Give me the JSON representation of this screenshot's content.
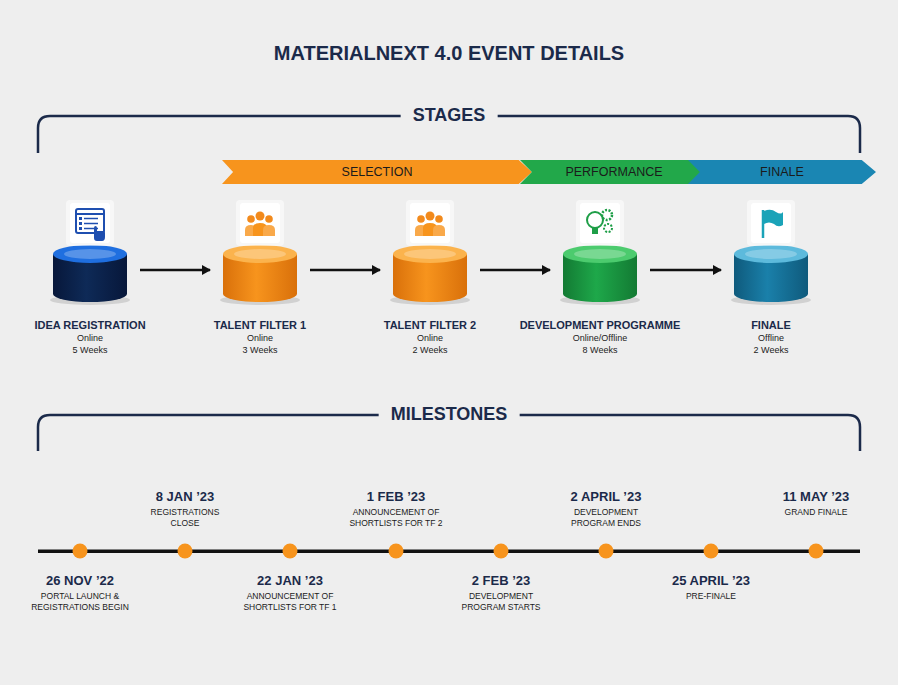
{
  "diagram": {
    "title": "MATERIALNEXT 4.0 EVENT DETAILS",
    "nodes": [
      {
        "text": [
          "SELECTION"
        ]
      },
      {
        "text": [
          "PERFORMANCE"
        ]
      },
      {
        "text": [
          "FINALE"
        ]
      },
      {
        "text": [
          "IDEA REGISTRATION",
          "Online",
          "5 Weeks"
        ]
      },
      {
        "text": [
          "TALENT FILTER 1",
          "Online",
          "3 Weeks"
        ]
      },
      {
        "text": [
          "TALENT FILTER 2",
          "Online",
          "2 Weeks"
        ]
      },
      {
        "text": [
          "DEVELOPMENT PROGRAMME",
          "Online/Offline",
          "8 Weeks"
        ]
      },
      {
        "text": [
          "FINALE",
          "Offline",
          "2 Weeks"
        ]
      }
    ],
    "edges": [
      {
        "from": 3,
        "to": 4,
        "arrow": "to"
      },
      {
        "from": 4,
        "to": 5,
        "arrow": "to"
      },
      {
        "from": 5,
        "to": 6,
        "arrow": "to"
      },
      {
        "from": 6,
        "to": 7,
        "arrow": "to"
      }
    ],
    "labels": [
      "STAGES",
      "MILESTONES",
      "26 NOV ’22",
      "PORTAL LAUNCH & REGISTRATIONS BEGIN",
      "8 JAN ’23",
      "REGISTRATIONS CLOSE",
      "22 JAN ’23",
      "ANNOUNCEMENT OF SHORTLISTS FOR TF 1",
      "1 FEB ’23",
      "ANNOUNCEMENT OF SHORTLISTS FOR TF 2",
      "2 FEB ’23",
      "DEVELOPMENT PROGRAM STARTS",
      "2 APRIL ’23",
      "DEVELOPMENT PROGRAM ENDS",
      "25 APRIL ’23",
      "PRE-FINALE",
      "11 MAY ’23",
      "GRAND FINALE"
    ]
  }
}
